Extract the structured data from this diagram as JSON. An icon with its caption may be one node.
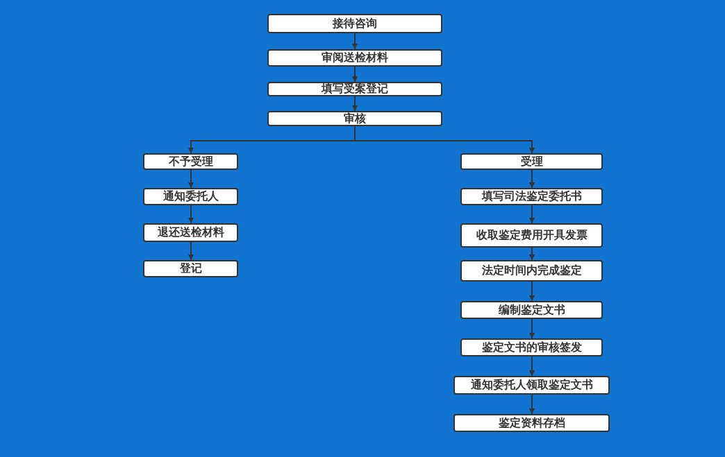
{
  "diagram": {
    "nodes": [
      {
        "text": [
          "接待咨询"
        ]
      },
      {
        "text": [
          "审阅送检材料"
        ]
      },
      {
        "text": [
          "填写受案登记"
        ]
      },
      {
        "text": [
          "审核"
        ]
      },
      {
        "text": [
          "不予受理"
        ]
      },
      {
        "text": [
          "通知委托人"
        ]
      },
      {
        "text": [
          "退还送检材料"
        ]
      },
      {
        "text": [
          "登记"
        ]
      },
      {
        "text": [
          "受理"
        ]
      },
      {
        "text": [
          "填写司法鉴定委托书"
        ]
      },
      {
        "text": [
          "收取鉴定费用开具发票"
        ]
      },
      {
        "text": [
          "法定时间内完成鉴定"
        ]
      },
      {
        "text": [
          "编制鉴定文书"
        ]
      },
      {
        "text": [
          "鉴定文书的审核签发"
        ]
      },
      {
        "text": [
          "通知委托人领取鉴定文书"
        ]
      },
      {
        "text": [
          "鉴定资料存档"
        ]
      }
    ],
    "edges": [
      {
        "from": 0,
        "to": 1,
        "arrow": "to"
      },
      {
        "from": 1,
        "to": 2,
        "arrow": "to"
      },
      {
        "from": 2,
        "to": 3,
        "arrow": "to"
      },
      {
        "from": 3,
        "to": 4,
        "arrow": "to"
      },
      {
        "from": 3,
        "to": 8,
        "arrow": "to"
      },
      {
        "from": 4,
        "to": 5,
        "arrow": "to"
      },
      {
        "from": 5,
        "to": 6,
        "arrow": "to"
      },
      {
        "from": 6,
        "to": 7,
        "arrow": "to"
      },
      {
        "from": 8,
        "to": 9,
        "arrow": "to"
      },
      {
        "from": 9,
        "to": 10,
        "arrow": "to"
      },
      {
        "from": 10,
        "to": 11,
        "arrow": "to"
      },
      {
        "from": 11,
        "to": 12,
        "arrow": "to"
      },
      {
        "from": 12,
        "to": 13,
        "arrow": "to"
      },
      {
        "from": 13,
        "to": 14,
        "arrow": "to"
      },
      {
        "from": 14,
        "to": 15,
        "arrow": "to"
      }
    ]
  }
}
